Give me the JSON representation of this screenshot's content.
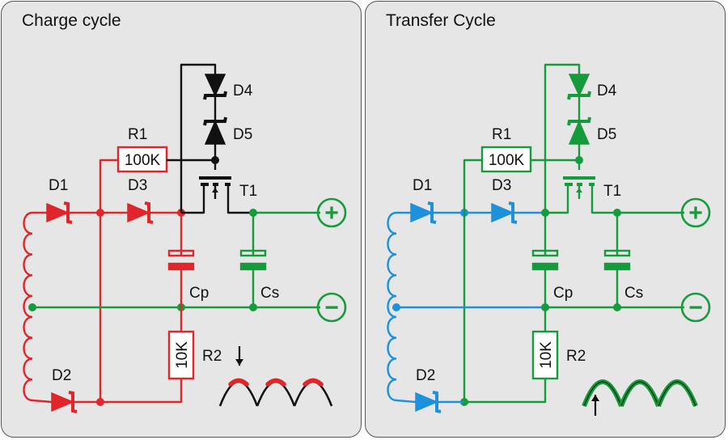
{
  "panels": [
    {
      "id": "left",
      "title": "Charge cycle"
    },
    {
      "id": "right",
      "title": "Transfer Cycle"
    }
  ],
  "labels": {
    "d1": "D1",
    "d2": "D2",
    "d3": "D3",
    "d4": "D4",
    "d5": "D5",
    "r1": "R1",
    "r1_value": "100K",
    "r2": "R2",
    "r2_value": "10K",
    "t1": "T1",
    "cp": "Cp",
    "cs": "Cs"
  },
  "terminals": {
    "positive": "+",
    "negative": "−"
  },
  "colors": {
    "panel_bg": "#e6e6e6",
    "charge": "#e0262a",
    "transfer_primary": "#1e90dc",
    "output": "#169b3c",
    "inactive": "#111111"
  }
}
